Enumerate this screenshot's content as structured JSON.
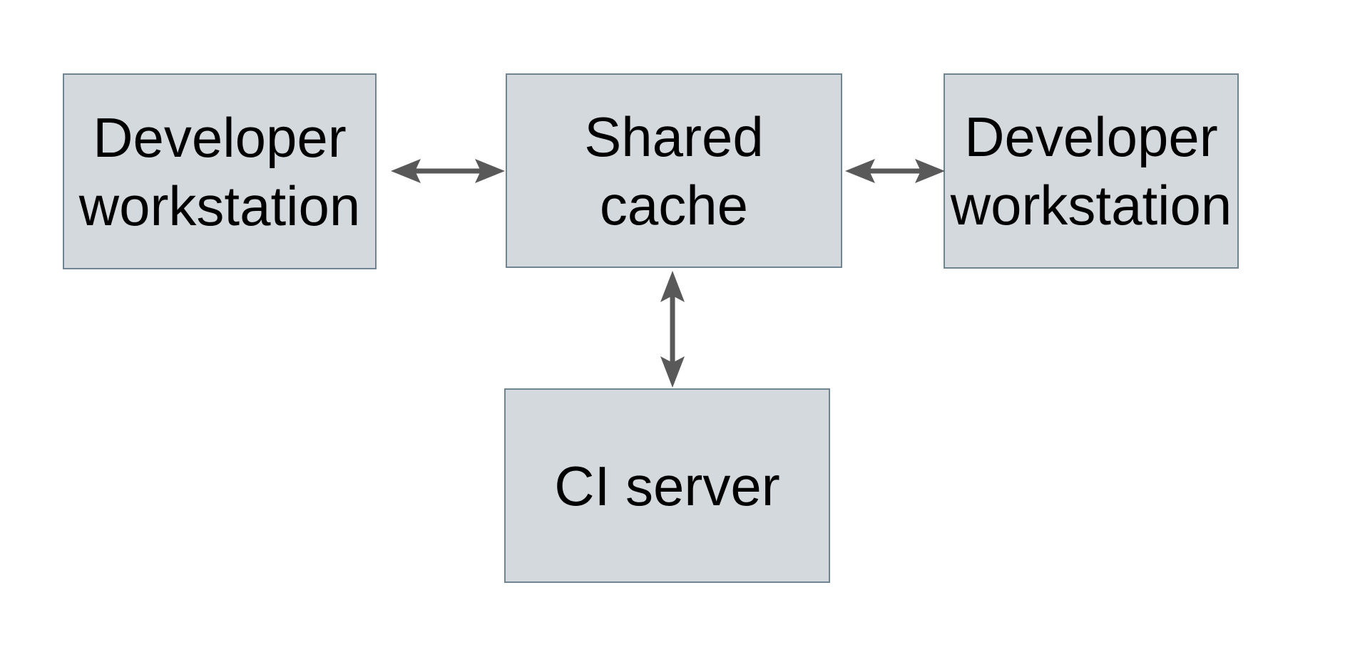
{
  "theme": {
    "canvas_bg": "#ffffff",
    "box_fill": "#d3d9dc",
    "box_border": "#708491",
    "arrow_color": "#595959",
    "text_color": "#000000"
  },
  "diagram": {
    "nodes": {
      "dev_workstation_left": {
        "label": "Developer workstation",
        "lines": [
          "Developer",
          "workstation"
        ]
      },
      "shared_cache": {
        "label": "Shared cache",
        "lines": [
          "Shared",
          "cache"
        ]
      },
      "dev_workstation_right": {
        "label": "Developer workstation",
        "lines": [
          "Developer",
          "workstation"
        ]
      },
      "ci_server": {
        "label": "CI server",
        "lines": [
          "CI server"
        ]
      }
    },
    "edges": [
      {
        "from": "dev_workstation_left",
        "to": "shared_cache",
        "type": "bidirectional"
      },
      {
        "from": "shared_cache",
        "to": "dev_workstation_right",
        "type": "bidirectional"
      },
      {
        "from": "shared_cache",
        "to": "ci_server",
        "type": "bidirectional"
      }
    ]
  }
}
